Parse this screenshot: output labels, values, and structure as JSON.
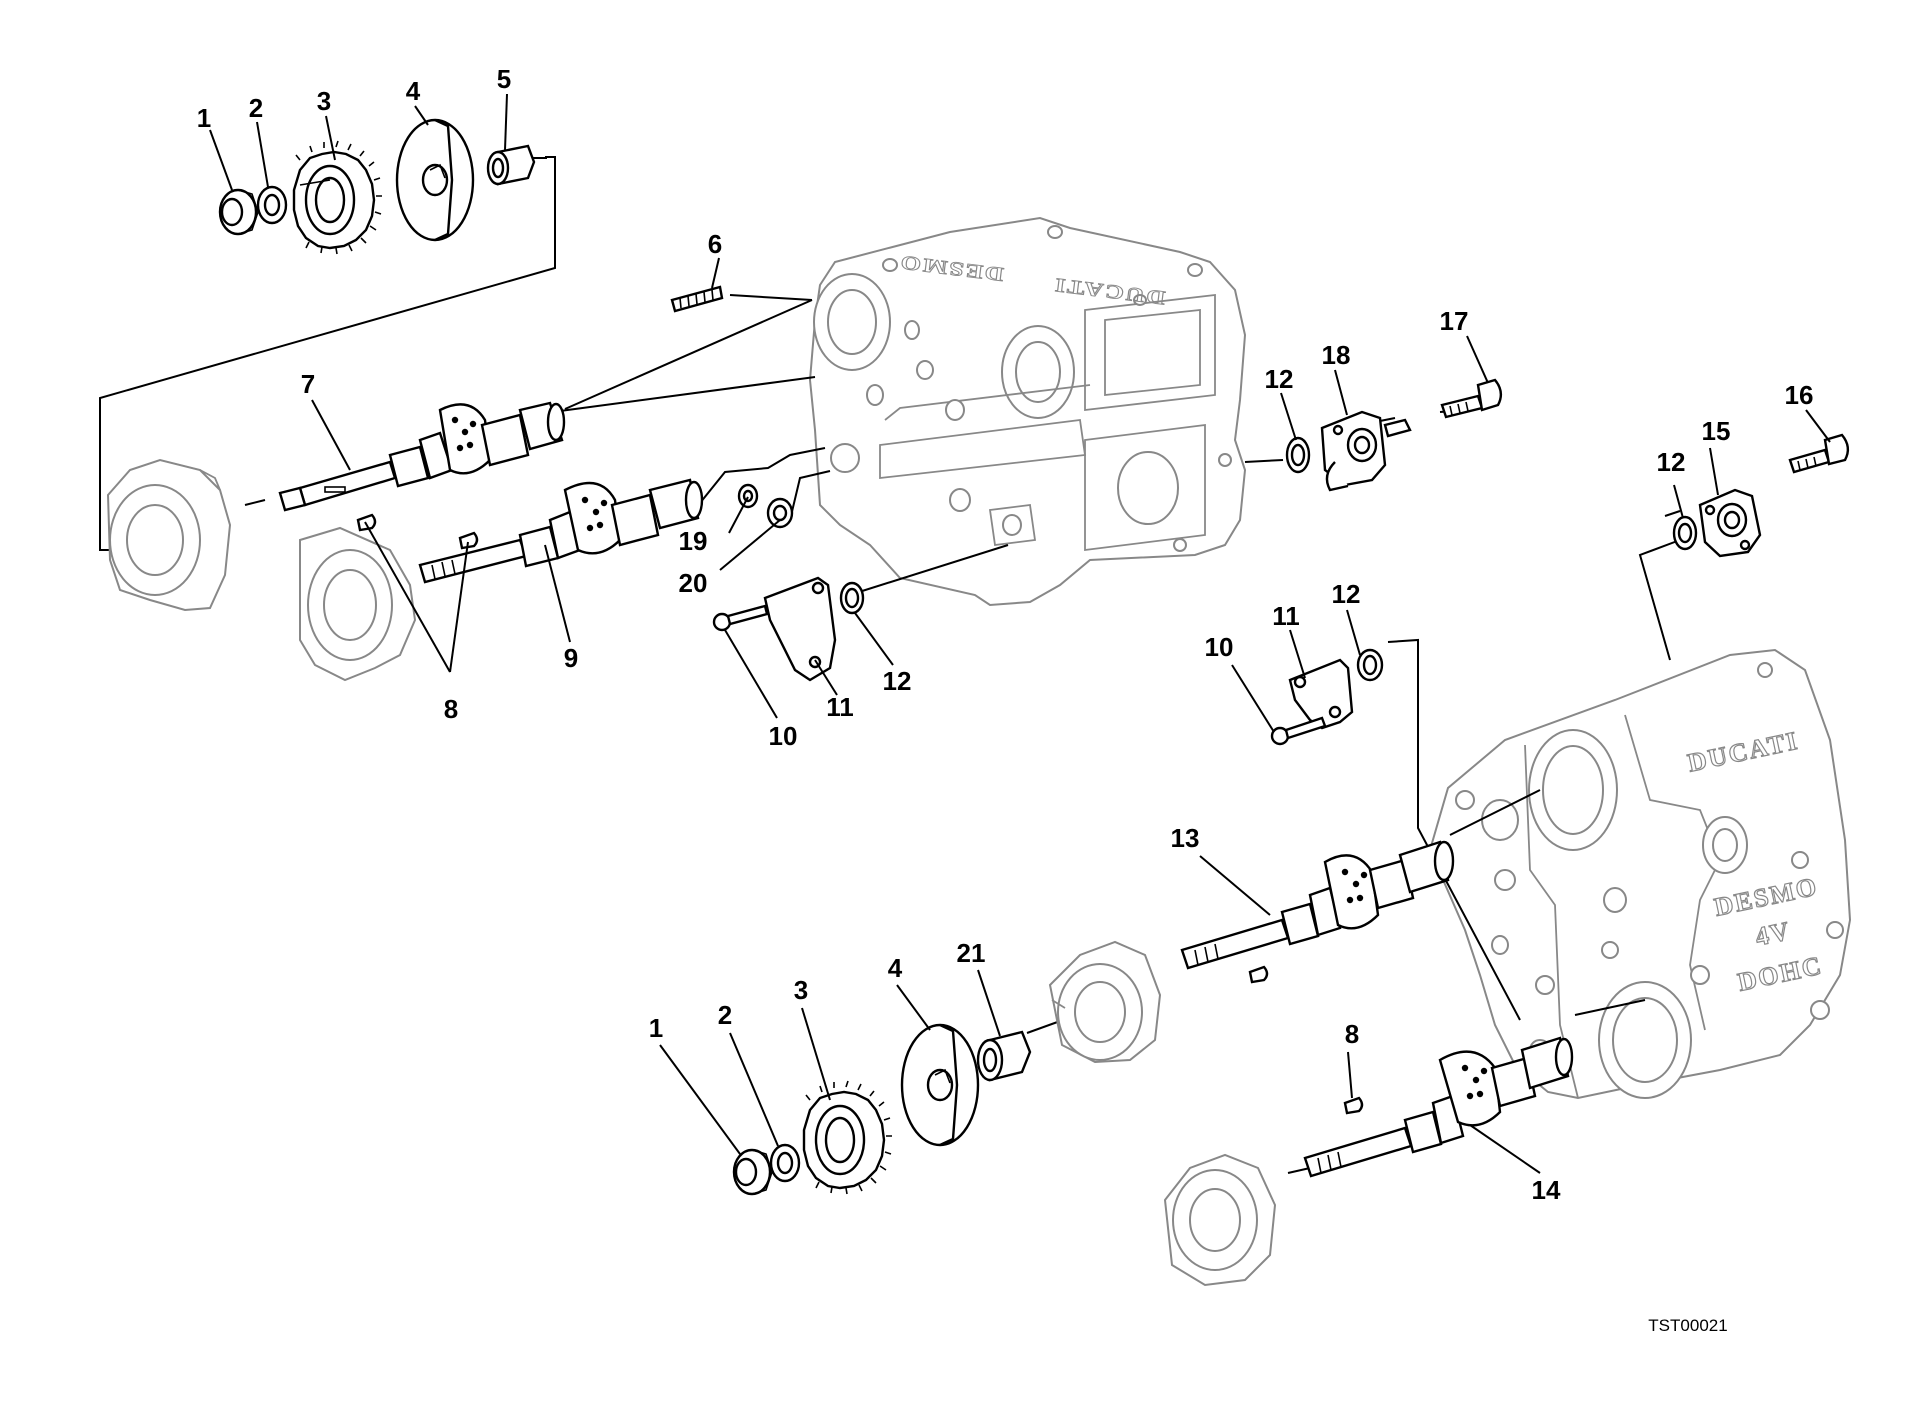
{
  "diagram": {
    "drawing_code": "TST00021",
    "cover_markings": [
      "DUCATI",
      "DESMO",
      "4V",
      "DOHC"
    ],
    "cylinder_head_markings": [
      "DESMO",
      "DUCATI"
    ],
    "callouts": [
      {
        "id": "c1a",
        "text": "1"
      },
      {
        "id": "c2a",
        "text": "2"
      },
      {
        "id": "c3a",
        "text": "3"
      },
      {
        "id": "c4a",
        "text": "4"
      },
      {
        "id": "c5",
        "text": "5"
      },
      {
        "id": "c6",
        "text": "6"
      },
      {
        "id": "c7",
        "text": "7"
      },
      {
        "id": "c8a",
        "text": "8"
      },
      {
        "id": "c9",
        "text": "9"
      },
      {
        "id": "c10a",
        "text": "10"
      },
      {
        "id": "c11a",
        "text": "11"
      },
      {
        "id": "c12a",
        "text": "12"
      },
      {
        "id": "c12b",
        "text": "12"
      },
      {
        "id": "c18",
        "text": "18"
      },
      {
        "id": "c17",
        "text": "17"
      },
      {
        "id": "c19",
        "text": "19"
      },
      {
        "id": "c20",
        "text": "20"
      },
      {
        "id": "c10b",
        "text": "10"
      },
      {
        "id": "c11b",
        "text": "11"
      },
      {
        "id": "c12c",
        "text": "12"
      },
      {
        "id": "c12d",
        "text": "12"
      },
      {
        "id": "c15",
        "text": "15"
      },
      {
        "id": "c16",
        "text": "16"
      },
      {
        "id": "c13",
        "text": "13"
      },
      {
        "id": "c14",
        "text": "14"
      },
      {
        "id": "c8b",
        "text": "8"
      },
      {
        "id": "c1b",
        "text": "1"
      },
      {
        "id": "c2b",
        "text": "2"
      },
      {
        "id": "c3b",
        "text": "3"
      },
      {
        "id": "c4b",
        "text": "4"
      },
      {
        "id": "c21",
        "text": "21"
      }
    ]
  }
}
